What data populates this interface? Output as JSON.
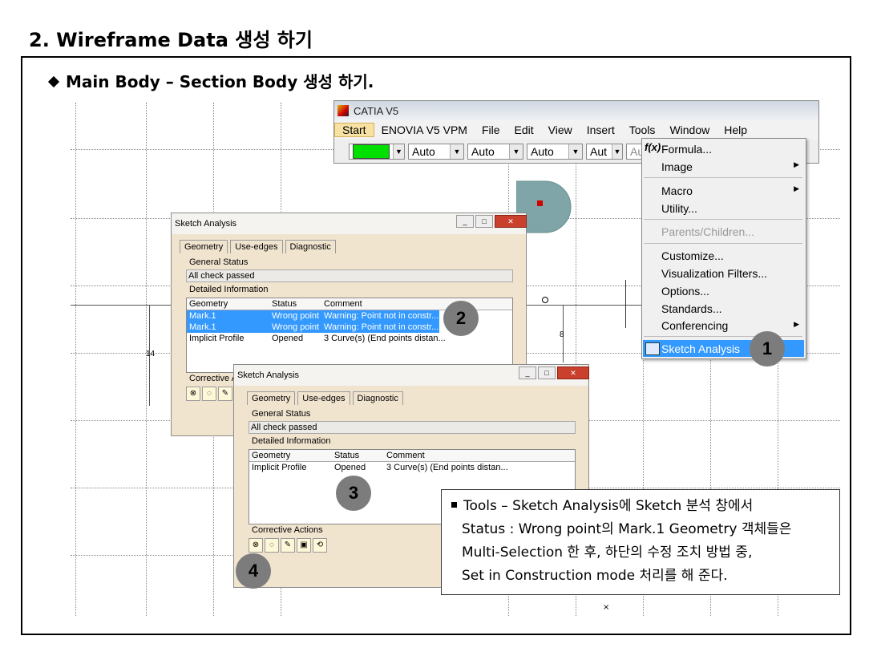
{
  "slide": {
    "title": "2. Wireframe Data 생성 하기",
    "subtitle": "Main Body – Section Body 생성 하기."
  },
  "catia": {
    "title": "CATIA V5",
    "menu": [
      "Start",
      "ENOVIA V5 VPM",
      "File",
      "Edit",
      "View",
      "Insert",
      "Tools",
      "Window",
      "Help"
    ],
    "toolbar_combos": [
      "Auto",
      "Auto",
      "Auto",
      "Aut",
      "Au"
    ],
    "color_swatch": "#00e000"
  },
  "tools_menu": {
    "formula": "Formula...",
    "image": "Image",
    "macro": "Macro",
    "utility": "Utility...",
    "parents_children": "Parents/Children...",
    "customize": "Customize...",
    "visualization_filters": "Visualization Filters...",
    "options": "Options...",
    "standards": "Standards...",
    "conferencing": "Conferencing",
    "sketch_analysis": "Sketch Analysis"
  },
  "dialog1": {
    "title": "Sketch Analysis",
    "tabs": [
      "Geometry",
      "Use-edges",
      "Diagnostic"
    ],
    "general_status_label": "General Status",
    "general_status": "All check passed",
    "detailed_label": "Detailed Information",
    "columns": [
      "Geometry",
      "Status",
      "Comment"
    ],
    "rows": [
      {
        "geometry": "Mark.1",
        "status": "Wrong point",
        "comment": "Warning: Point not in constr..."
      },
      {
        "geometry": "Mark.1",
        "status": "Wrong point",
        "comment": "Warning: Point not in constr..."
      },
      {
        "geometry": "Implicit Profile",
        "status": "Opened",
        "comment": "3 Curve(s) (End points distan..."
      }
    ],
    "corrective_label": "Corrective A"
  },
  "dialog2": {
    "title": "Sketch Analysis",
    "tabs": [
      "Geometry",
      "Use-edges",
      "Diagnostic"
    ],
    "general_status_label": "General Status",
    "general_status": "All check passed",
    "detailed_label": "Detailed Information",
    "columns": [
      "Geometry",
      "Status",
      "Comment"
    ],
    "rows": [
      {
        "geometry": "Implicit Profile",
        "status": "Opened",
        "comment": "3 Curve(s) (End points distan..."
      }
    ],
    "corrective_label": "Corrective Actions"
  },
  "badges": [
    "1",
    "2",
    "3",
    "4"
  ],
  "sketch_dims": {
    "left": "14",
    "right": "8"
  },
  "note": {
    "line1": "Tools – Sketch Analysis에 Sketch 분석 창에서",
    "line2": "Status : Wrong point의 Mark.1 Geometry 객체들은",
    "line3": "Multi-Selection 한 후, 하단의 수정 조치 방법 중,",
    "line4": "Set in Construction mode 처리를 해 준다."
  }
}
